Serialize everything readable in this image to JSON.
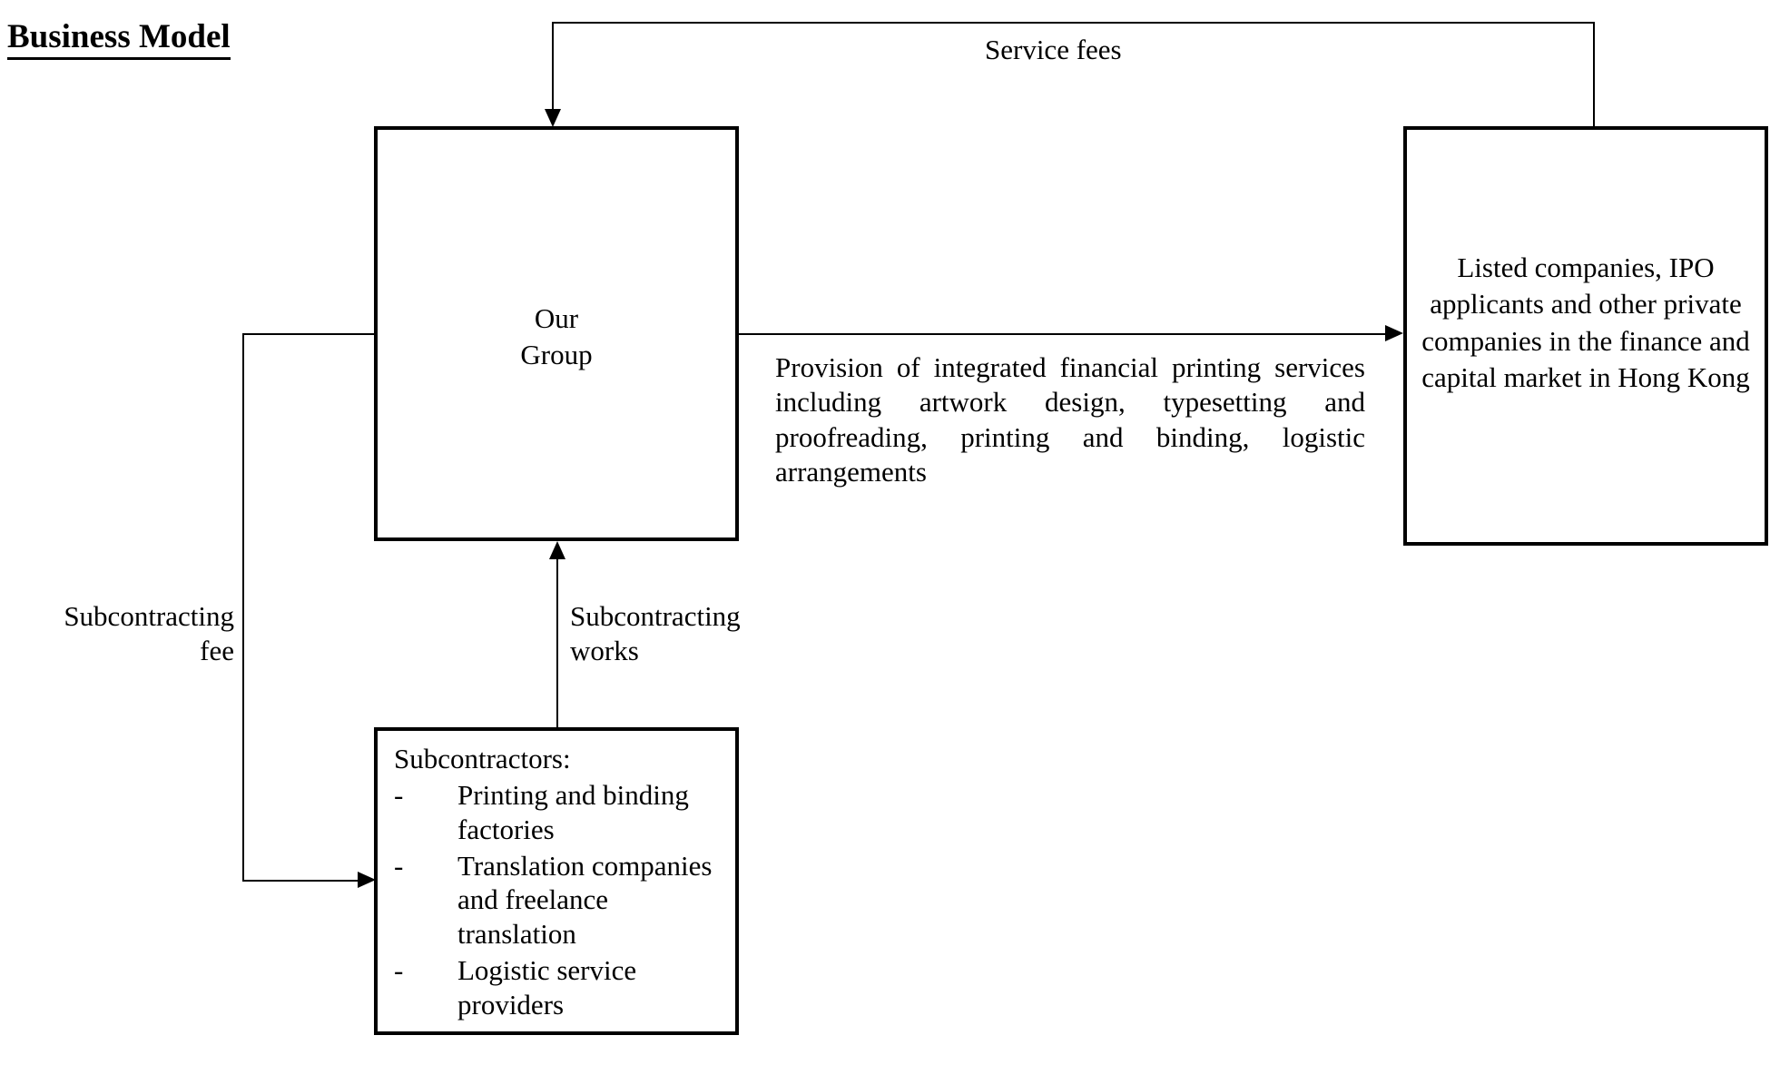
{
  "title": "Business Model",
  "boxes": {
    "our_group": {
      "label_line1": "Our",
      "label_line2": "Group"
    },
    "clients": {
      "label": "Listed companies, IPO applicants and other private companies in the finance and capital market in Hong Kong"
    },
    "subcontractors": {
      "heading": "Subcontractors:",
      "dash": "-",
      "items": [
        "Printing and binding factories",
        "Translation companies and freelance translation",
        "Logistic service providers"
      ]
    }
  },
  "edges": {
    "service_fees": "Service fees",
    "provision": "Provision of integrated financial printing services including artwork design, typesetting and proofreading, printing and binding, logistic arrangements",
    "subcontracting_works_line1": "Subcontracting",
    "subcontracting_works_line2": "works",
    "subcontracting_fee_line1": "Subcontracting",
    "subcontracting_fee_line2": "fee"
  },
  "colors": {
    "stroke": "#000000",
    "background": "#ffffff",
    "text": "#000000"
  }
}
